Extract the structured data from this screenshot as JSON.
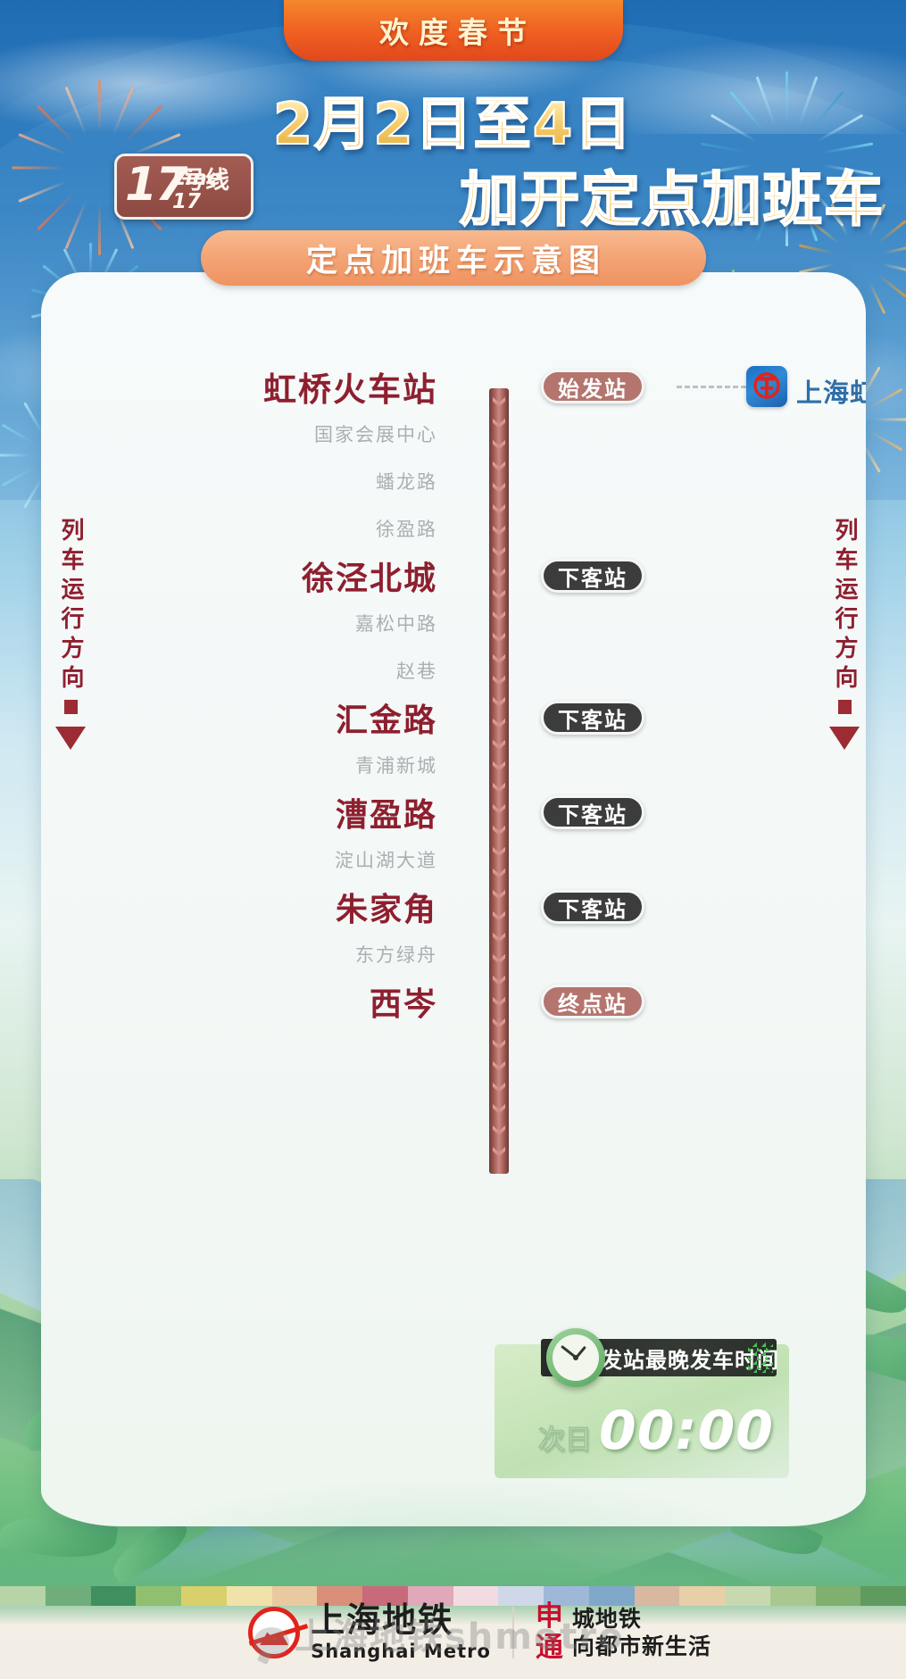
{
  "header": {
    "ribbon": "欢度春节",
    "date_line": "2月2日至4日",
    "main_line": "加开定点加班车",
    "line_badge": {
      "number": "17",
      "cn_suffix": "号线",
      "en": "Line 17"
    },
    "subtitle": "定点加班车示意图"
  },
  "direction": {
    "left_label": "列车运行方向",
    "right_label": "列车运行方向"
  },
  "connection": {
    "rail_icon": "china-railway-icon",
    "rail_station": "上海虹桥站"
  },
  "stations": [
    {
      "name": "虹桥火车站",
      "type": "major",
      "badge": "始发站",
      "badge_style": "start",
      "connection": true
    },
    {
      "name": "国家会展中心",
      "type": "minor",
      "badge": null,
      "badge_style": null,
      "connection": false
    },
    {
      "name": "蟠龙路",
      "type": "minor",
      "badge": null,
      "badge_style": null,
      "connection": false
    },
    {
      "name": "徐盈路",
      "type": "minor",
      "badge": null,
      "badge_style": null,
      "connection": false
    },
    {
      "name": "徐泾北城",
      "type": "major",
      "badge": "下客站",
      "badge_style": "dark",
      "connection": false
    },
    {
      "name": "嘉松中路",
      "type": "minor",
      "badge": null,
      "badge_style": null,
      "connection": false
    },
    {
      "name": "赵巷",
      "type": "minor",
      "badge": null,
      "badge_style": null,
      "connection": false
    },
    {
      "name": "汇金路",
      "type": "major",
      "badge": "下客站",
      "badge_style": "dark",
      "connection": false
    },
    {
      "name": "青浦新城",
      "type": "minor",
      "badge": null,
      "badge_style": null,
      "connection": false
    },
    {
      "name": "漕盈路",
      "type": "major",
      "badge": "下客站",
      "badge_style": "dark",
      "connection": false
    },
    {
      "name": "淀山湖大道",
      "type": "minor",
      "badge": null,
      "badge_style": null,
      "connection": false
    },
    {
      "name": "朱家角",
      "type": "major",
      "badge": "下客站",
      "badge_style": "dark",
      "connection": false
    },
    {
      "name": "东方绿舟",
      "type": "minor",
      "badge": null,
      "badge_style": null,
      "connection": false
    },
    {
      "name": "西岑",
      "type": "major",
      "badge": "终点站",
      "badge_style": "end",
      "connection": false
    }
  ],
  "time_panel": {
    "clock_icon": "clock-icon",
    "label": "始发站最晚发车时间",
    "day_prefix": "次日",
    "value": "00:00"
  },
  "footer": {
    "metro_cn": "上海地铁",
    "metro_en": "Shanghai Metro",
    "shentong_chars": [
      "申",
      "通"
    ],
    "shentong_lines": [
      "城地铁",
      "向都市新生活"
    ],
    "watermark": "上海地铁shmetro"
  },
  "colors": {
    "major_station": "#8e1f2f",
    "minor_station": "#a9b0b3",
    "line_spine": "#a9615b",
    "badge_dark": "#3c3c3c",
    "badge_red": "#b4756e",
    "rail_blue": "#2f6fa8",
    "gold": "#f5c963",
    "ribbon_red": "#ef5f22",
    "subtitle_orange": "#f3a273"
  }
}
